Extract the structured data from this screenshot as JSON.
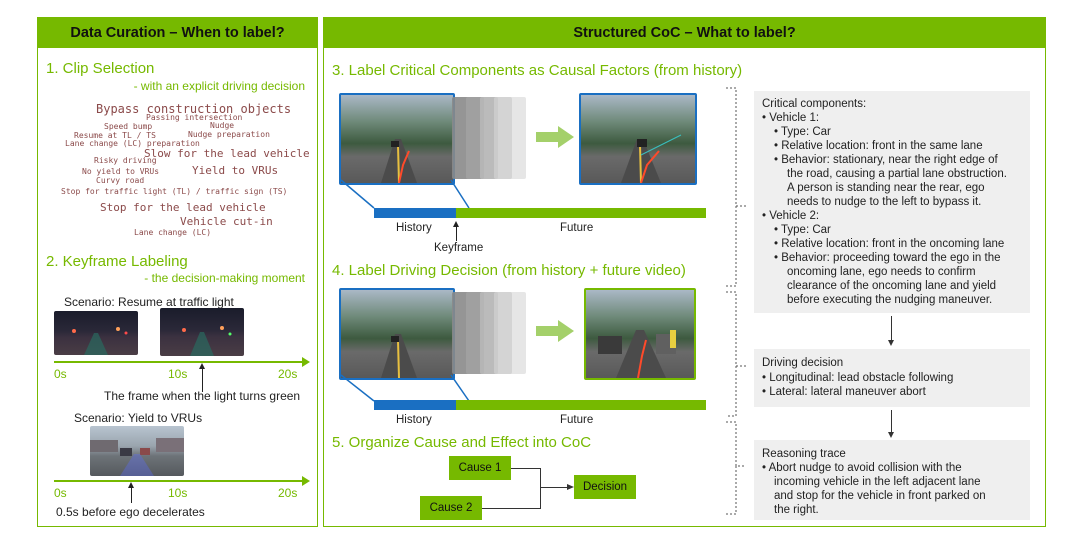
{
  "left": {
    "header": "Data Curation – When to label?",
    "s1_title": "1.  Clip Selection",
    "s1_sub": "- with an explicit driving decision",
    "cloud": [
      "Bypass construction objects",
      "Passing intersection",
      "Speed bump",
      "Nudge",
      "Resume at TL / TS",
      "Nudge preparation",
      "Lane change (LC) preparation",
      "Slow for the lead vehicle",
      "Risky driving",
      "No yield to VRUs",
      "Yield to VRUs",
      "Curvy road",
      "Stop for traffic light (TL) / traffic sign (TS)",
      "Stop for the lead vehicle",
      "Vehicle cut-in",
      "Lane change (LC)"
    ],
    "s2_title": "2.  Keyframe Labeling",
    "s2_sub": "- the decision-making moment",
    "scenario1": "Scenario: Resume at traffic light",
    "t1": [
      "0s",
      "10s",
      "20s"
    ],
    "caption1": "The frame when the light turns green",
    "scenario2": "Scenario: Yield to VRUs",
    "t2": [
      "0s",
      "10s",
      "20s"
    ],
    "caption2": "0.5s before ego decelerates"
  },
  "right": {
    "header": "Structured CoC – What to label?",
    "s3_title": "3. Label Critical Components as Causal Factors (from history)",
    "history": "History",
    "future": "Future",
    "keyframe": "Keyframe",
    "s4_title": "4. Label Driving Decision (from history + future video)",
    "history2": "History",
    "future2": "Future",
    "s5_title": "5. Organize Cause and Effect into CoC",
    "cause1": "Cause 1",
    "cause2": "Cause 2",
    "decision": "Decision",
    "critical": {
      "title": "Critical components:",
      "lines": [
        "•  Vehicle 1:",
        "•  Type: Car",
        "•  Relative location: front in the same lane",
        "•  Behavior: stationary, near the right edge of",
        "the road, causing a partial lane obstruction.",
        "A person is standing near the rear, ego",
        "needs to nudge to the left to bypass it.",
        "•  Vehicle 2:",
        "•  Type: Car",
        "•  Relative location: front in the oncoming lane",
        "•  Behavior: proceeding toward the ego in the",
        "oncoming lane, ego needs to confirm",
        "clearance of the oncoming lane and yield",
        "before executing the nudging maneuver."
      ]
    },
    "driving": {
      "title": "Driving decision",
      "lines": [
        "•   Longitudinal: lead obstacle following",
        "•   Lateral: lateral maneuver abort"
      ]
    },
    "reasoning": {
      "title": "Reasoning trace",
      "lines": [
        "•  Abort nudge to avoid collision with the",
        "incoming vehicle in the left adjacent lane",
        "and stop for the vehicle in front parked on",
        "the right."
      ]
    }
  },
  "colors": {
    "accent": "#76b900",
    "history_bar": "#1a6fc2",
    "cloud_text": "#8b4a4a"
  }
}
